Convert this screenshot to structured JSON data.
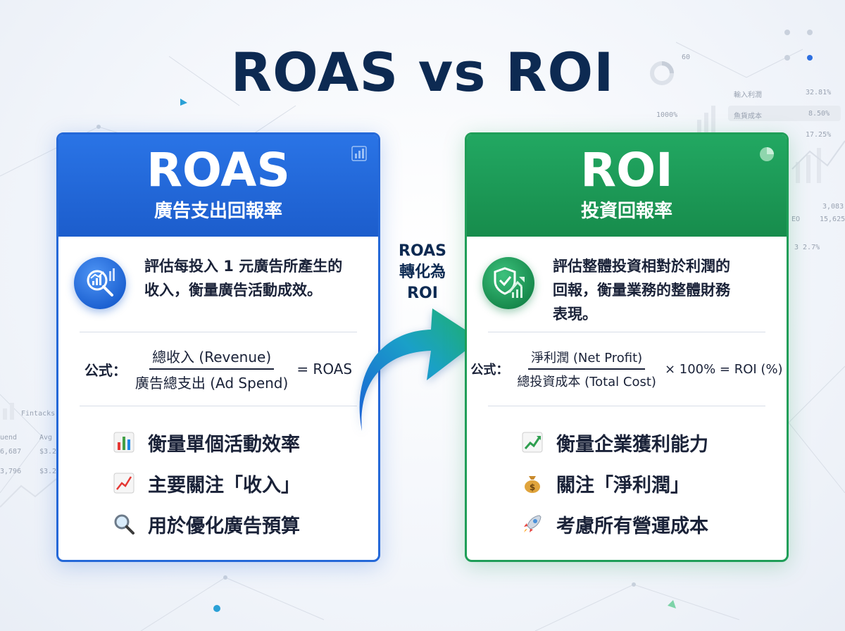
{
  "title": "ROAS vs ROI",
  "background_text": {
    "items": [
      {
        "text": "60"
      },
      {
        "text": "1000%"
      },
      {
        "text": "輸入利潤"
      },
      {
        "text": "32.81%"
      },
      {
        "text": "魚貨成本"
      },
      {
        "text": "8.50%"
      },
      {
        "text": "17.25%"
      },
      {
        "text": "3,083"
      },
      {
        "text": "EO"
      },
      {
        "text": "15,625"
      },
      {
        "text": "3 2.7%"
      },
      {
        "text": "Fintacks"
      },
      {
        "text": "uend"
      },
      {
        "text": "Avg"
      },
      {
        "text": "6,687"
      },
      {
        "text": "$3.2"
      },
      {
        "text": "3,796"
      },
      {
        "text": "$3.2"
      }
    ]
  },
  "roas_card": {
    "title": "ROAS",
    "subtitle": "廣告支出回報率",
    "header_icon": "bar-chart-icon",
    "desc_icon": "magnifier-analytics-icon",
    "description_line1": "評估每投入 1 元廣告所產生的",
    "description_line2": "收入，衡量廣告活動成效。",
    "formula": {
      "label": "公式：",
      "numerator": "總收入 (Revenue)",
      "denominator": "廣告總支出 (Ad Spend)",
      "result": "= ROAS"
    },
    "bullets": [
      {
        "icon": "bar-chart-emoji-icon",
        "text": "衡量單個活動效率"
      },
      {
        "icon": "trend-up-emoji-icon",
        "text": "主要關注「收入」"
      },
      {
        "icon": "magnifier-emoji-icon",
        "text": "用於優化廣告預算"
      }
    ],
    "accent_color": "#2468d8"
  },
  "roi_card": {
    "title": "ROI",
    "subtitle": "投資回報率",
    "header_icon": "pie-chart-icon",
    "desc_icon": "shield-growth-icon",
    "description_line1": "評估整體投資相對於利潤的",
    "description_line2": "回報，衡量業務的整體財務",
    "description_line3": "表現。",
    "formula": {
      "label": "公式：",
      "numerator": "淨利潤 (Net Profit)",
      "denominator": "總投資成本 (Total Cost)",
      "result": "× 100% = ROI (%)"
    },
    "bullets": [
      {
        "icon": "growth-chart-emoji-icon",
        "text": "衡量企業獲利能力"
      },
      {
        "icon": "money-bag-emoji-icon",
        "text": "關注「淨利潤」"
      },
      {
        "icon": "rocket-emoji-icon",
        "text": "考慮所有營運成本"
      }
    ],
    "accent_color": "#1f9e58"
  },
  "transition": {
    "line1": "ROAS",
    "line2": "轉化為",
    "line3": "ROI"
  }
}
